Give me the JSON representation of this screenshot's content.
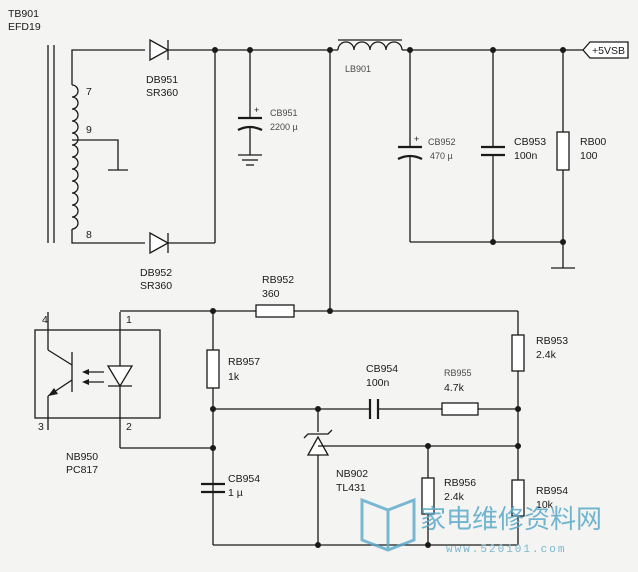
{
  "transformer": {
    "ref": "TB901",
    "part": "EFD19",
    "pins": [
      "7",
      "9",
      "8"
    ]
  },
  "diodes": [
    {
      "ref": "DB951",
      "part": "SR360"
    },
    {
      "ref": "DB952",
      "part": "SR360"
    }
  ],
  "inductor": {
    "ref": "LB901"
  },
  "capacitors": [
    {
      "ref": "CB951",
      "value": "2200 µ"
    },
    {
      "ref": "CB952",
      "value": "470 µ"
    },
    {
      "ref": "CB953",
      "value": "100n"
    },
    {
      "ref": "CB954",
      "value": "100n"
    },
    {
      "ref": "CB954",
      "value": "1 µ"
    }
  ],
  "resistors": [
    {
      "ref": "RB00",
      "value": "100"
    },
    {
      "ref": "RB952",
      "value": "360"
    },
    {
      "ref": "RB957",
      "value": "1k"
    },
    {
      "ref": "RB953",
      "value": "2.4k"
    },
    {
      "ref": "RB955",
      "value": "4.7k"
    },
    {
      "ref": "RB956",
      "value": "2.4k"
    },
    {
      "ref": "RB954",
      "value": "10k"
    }
  ],
  "optocoupler": {
    "ref": "NB950",
    "part": "PC817",
    "pins": [
      "4",
      "1",
      "3",
      "2"
    ]
  },
  "regulator": {
    "ref": "NB902",
    "part": "TL431"
  },
  "output": {
    "label": "+5VSB"
  },
  "watermark": {
    "text": "家电维修资料网",
    "url": "www.520101.com"
  },
  "colors": {
    "ink": "#1a1a1a",
    "paper": "#f4f4f2",
    "watermark": "#5aa9c9"
  }
}
